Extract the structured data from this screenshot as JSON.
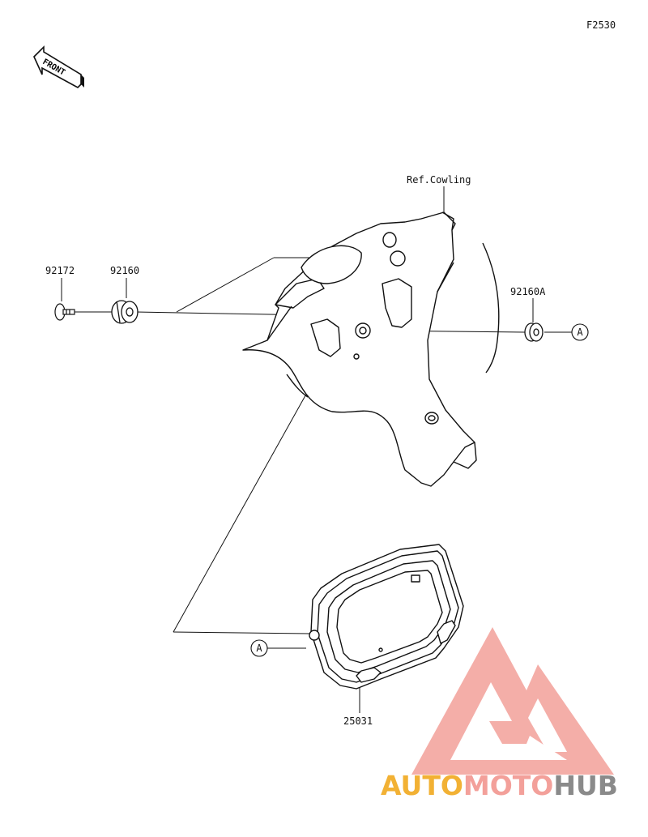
{
  "figure_code": "F2530",
  "front_arrow_text": "FRONT",
  "parts": {
    "p92172": "92172",
    "p92160": "92160",
    "p92160A": "92160A",
    "p25031": "25031",
    "ref_cowling": "Ref.Cowling"
  },
  "callout": "A",
  "watermark": {
    "part1": "AUTO",
    "part2": "MOTO",
    "part3": "HUB"
  },
  "colors": {
    "line": "#111111",
    "watermark_orange": "#f2b134",
    "watermark_pink": "#f3a09a",
    "watermark_gray": "#8a8a8a"
  }
}
